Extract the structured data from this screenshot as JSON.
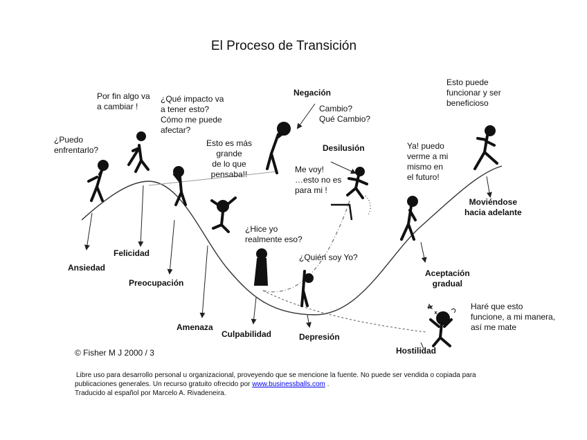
{
  "title": "El Proceso de Transición",
  "stages": {
    "ansiedad": "Ansiedad",
    "felicidad": "Felicidad",
    "preocupacion": "Preocupación",
    "amenaza": "Amenaza",
    "culpabilidad": "Culpabilidad",
    "depresion": "Depresión",
    "hostilidad": "Hostilidad",
    "negacion": "Negación",
    "desilusion": "Desilusión",
    "aceptacion": "Aceptación\ngradual",
    "moviendose": "Moviéndose\nhacia adelante"
  },
  "quotes": {
    "puedo": "¿Puedo\nenfrentarlo?",
    "por_fin": "Por fin algo va\na cambiar !",
    "impacto": "¿Qué impacto va\na tener esto?\nCómo me puede\nafectar?",
    "grande": "Esto es más\ngrande\nde lo que\npensaba!!",
    "cambio": "Cambio?\nQué Cambio?",
    "me_voy": "Me voy!\n…esto no es\npara mi !",
    "hice": "¿Hice yo\nrealmente eso?",
    "quien": "¿Quién soy Yo?",
    "ya_puedo": "Ya!  puedo\nverme a mi\nmismo en\nel futuro!",
    "funcionar": "Esto puede\nfuncionar y ser\nbeneficioso",
    "hare": "Haré que esto\nfuncione, a mi manera,\nasí  me mate"
  },
  "copyright": "© Fisher M J 2000 / 3",
  "footer": {
    "line1": "Libre uso para desarrollo personal u organizacional, proveyendo que se mencione la fuente. No  puede ser vendida o copiada para",
    "line2_prefix": "publicaciones generales. Un recurso  gratuito ofrecido por ",
    "link": "www.businessballs.com",
    "line2_suffix": " .",
    "line3": "Traducido al español por Marcelo A. Rivadeneira."
  }
}
